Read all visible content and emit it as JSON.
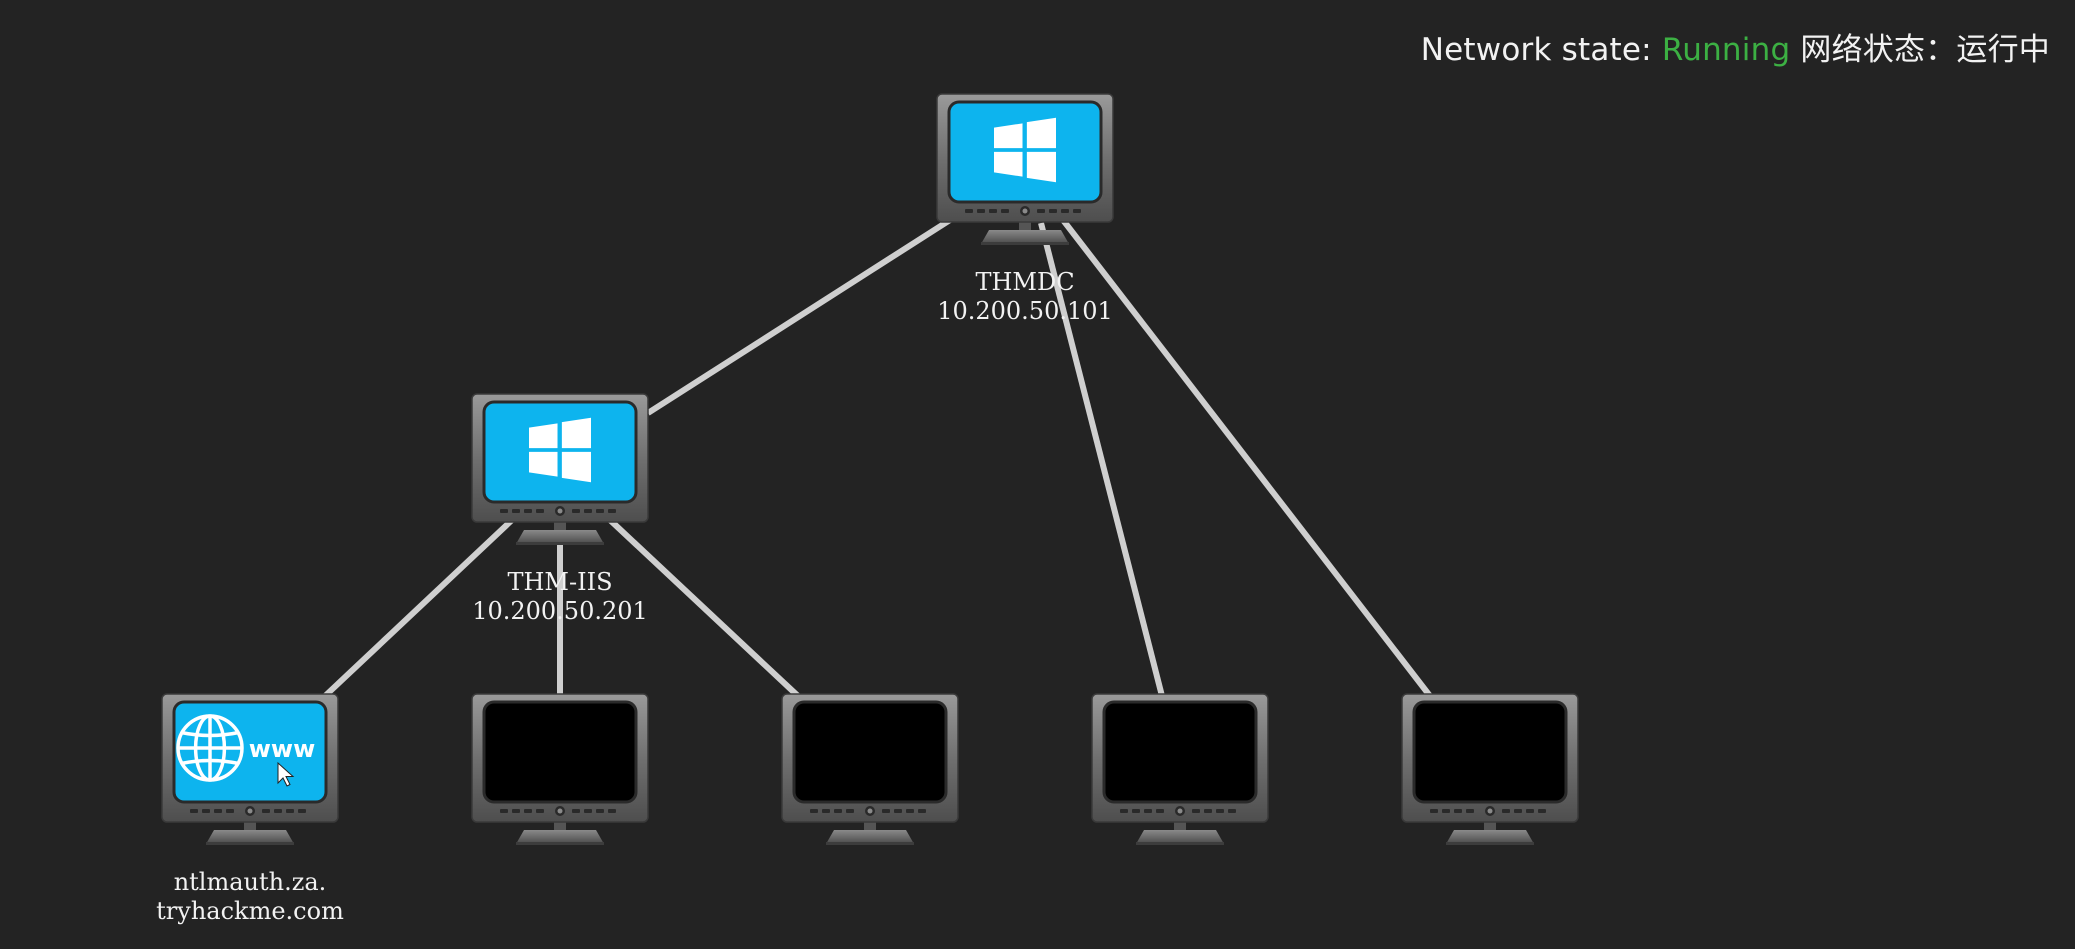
{
  "status": {
    "prefix": "Network state:",
    "value": "Running",
    "value_color": "#3cb043",
    "suffix": "网络状态：运行中"
  },
  "nodes": [
    {
      "id": "thmdc",
      "kind": "windows",
      "name": "THMDC",
      "ip": "10.200.50.101"
    },
    {
      "id": "thm-iis",
      "kind": "windows",
      "name": "THM-IIS",
      "ip": "10.200.50.201"
    },
    {
      "id": "ntlmauth",
      "kind": "web",
      "screen_text": "www",
      "name": "ntlmauth.za.",
      "ip": "tryhackme.com"
    },
    {
      "id": "host-4",
      "kind": "off"
    },
    {
      "id": "host-5",
      "kind": "off"
    },
    {
      "id": "host-6",
      "kind": "off"
    },
    {
      "id": "host-7",
      "kind": "off"
    }
  ],
  "links": [
    [
      "thmdc",
      "thm-iis"
    ],
    [
      "thmdc",
      "host-6"
    ],
    [
      "thmdc",
      "host-7"
    ],
    [
      "thm-iis",
      "ntlmauth"
    ],
    [
      "thm-iis",
      "host-4"
    ],
    [
      "thm-iis",
      "host-5"
    ]
  ],
  "colors": {
    "background": "#232323",
    "screen_on": "#0db4ee",
    "screen_off": "#000000",
    "link": "#cfcfcf",
    "label": "#f2f2f2"
  }
}
